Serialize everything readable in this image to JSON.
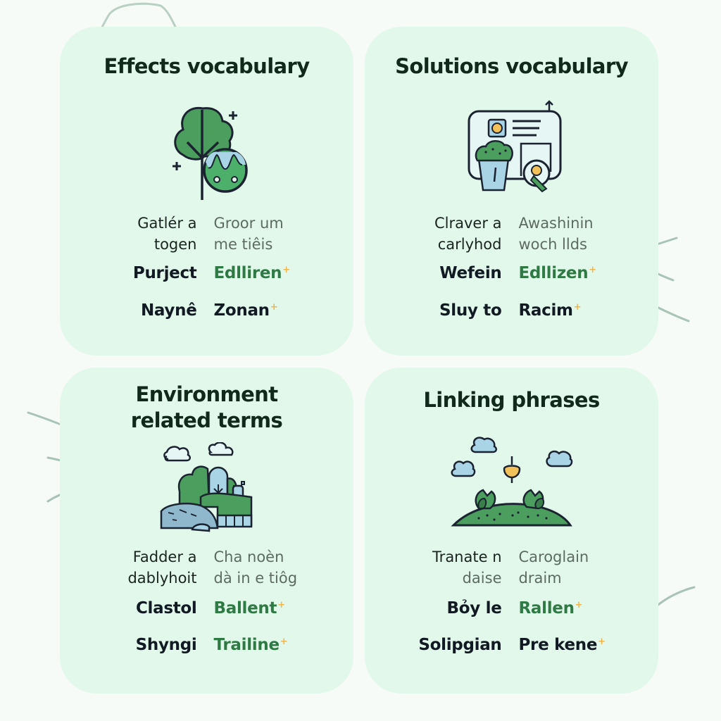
{
  "cards": [
    {
      "title": "Effects vocabulary",
      "icon": "tree-globe-icon",
      "rows": [
        {
          "left": [
            "Gatlér a",
            "togen"
          ],
          "right": [
            "Groor um",
            "me tiêis"
          ],
          "style": "light"
        },
        {
          "left": [
            "Purject"
          ],
          "right": [
            "Edlliren"
          ],
          "style": "bold",
          "right_color": "green",
          "sparkle": true
        },
        {
          "left": [
            "Naynê"
          ],
          "right": [
            "Zonan"
          ],
          "style": "bold",
          "right_color": "dark",
          "sparkle": true
        }
      ]
    },
    {
      "title": "Solutions vocabulary",
      "icon": "eco-certificate-icon",
      "rows": [
        {
          "left": [
            "Clraver a",
            "carlyhod"
          ],
          "right": [
            "Awashinin",
            "woch llds"
          ],
          "style": "light"
        },
        {
          "left": [
            "Wefein"
          ],
          "right": [
            "Edllizen"
          ],
          "style": "bold",
          "right_color": "green",
          "sparkle": true
        },
        {
          "left": [
            "Sluy to"
          ],
          "right": [
            "Racim"
          ],
          "style": "bold",
          "right_color": "dark",
          "sparkle": true
        }
      ]
    },
    {
      "title": "Environment related terms",
      "title_lines": [
        "Environment",
        "related terms"
      ],
      "icon": "landscape-icon",
      "rows": [
        {
          "left": [
            "Fadder a",
            "dablyhoit"
          ],
          "right": [
            "Cha noèn",
            "dà in e tiôg"
          ],
          "style": "light"
        },
        {
          "left": [
            "Clastol"
          ],
          "right": [
            "Ballent"
          ],
          "style": "bold",
          "right_color": "green",
          "sparkle": true
        },
        {
          "left": [
            "Shyngi"
          ],
          "right": [
            "Trailine"
          ],
          "style": "bold",
          "right_color": "green",
          "sparkle": true
        }
      ]
    },
    {
      "title": "Linking phrases",
      "icon": "hill-sprouts-icon",
      "rows": [
        {
          "left": [
            "Tranate n",
            "daise"
          ],
          "right": [
            "Caroglain",
            "draim"
          ],
          "style": "light"
        },
        {
          "left": [
            "Bỏy le"
          ],
          "right": [
            "Rallen"
          ],
          "style": "bold",
          "right_color": "green",
          "sparkle": true
        },
        {
          "left": [
            "Solipgian"
          ],
          "right": [
            "Pre kene"
          ],
          "style": "bold",
          "right_color": "dark",
          "sparkle": true
        }
      ]
    }
  ],
  "sparkle_glyph": "+",
  "colors": {
    "background": "#f7fbf8",
    "card": "#e2f8eb",
    "title": "#10291a",
    "term_dark": "#111a22",
    "term_green": "#2f7a44",
    "term_gray": "#5d6b63",
    "sparkle": "#f0b44a",
    "icon_green": "#4caf6a",
    "icon_blue": "#a8d4e6",
    "icon_outline": "#1b2330",
    "decoration": "#a9c9b7"
  }
}
